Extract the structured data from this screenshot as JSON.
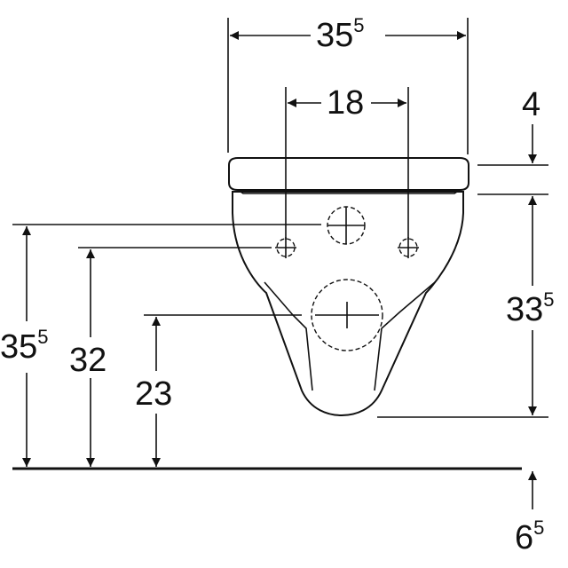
{
  "dimensions": {
    "top_width": {
      "main": "35",
      "sup": "5"
    },
    "hole_spacing": {
      "main": "18",
      "sup": ""
    },
    "seat_gap": {
      "main": "4",
      "sup": ""
    },
    "body_height": {
      "main": "33",
      "sup": "5"
    },
    "outer_height": {
      "main": "35",
      "sup": "5"
    },
    "fixing_height": {
      "main": "32",
      "sup": ""
    },
    "outlet_height": {
      "main": "23",
      "sup": ""
    },
    "floor_offset": {
      "main": "6",
      "sup": "5"
    }
  }
}
